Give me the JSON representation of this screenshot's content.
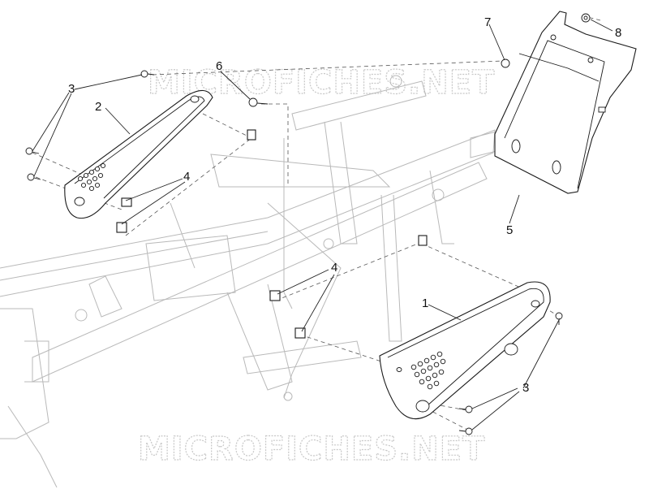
{
  "watermark": {
    "text": "MICROFICHES.NET"
  },
  "callouts": [
    {
      "id": "c1",
      "label": "1"
    },
    {
      "id": "c2",
      "label": "2"
    },
    {
      "id": "c3a",
      "label": "3"
    },
    {
      "id": "c3b",
      "label": "3"
    },
    {
      "id": "c4a",
      "label": "4"
    },
    {
      "id": "c4b",
      "label": "4"
    },
    {
      "id": "c5",
      "label": "5"
    },
    {
      "id": "c6",
      "label": "6"
    },
    {
      "id": "c7",
      "label": "7"
    },
    {
      "id": "c8",
      "label": "8"
    }
  ]
}
